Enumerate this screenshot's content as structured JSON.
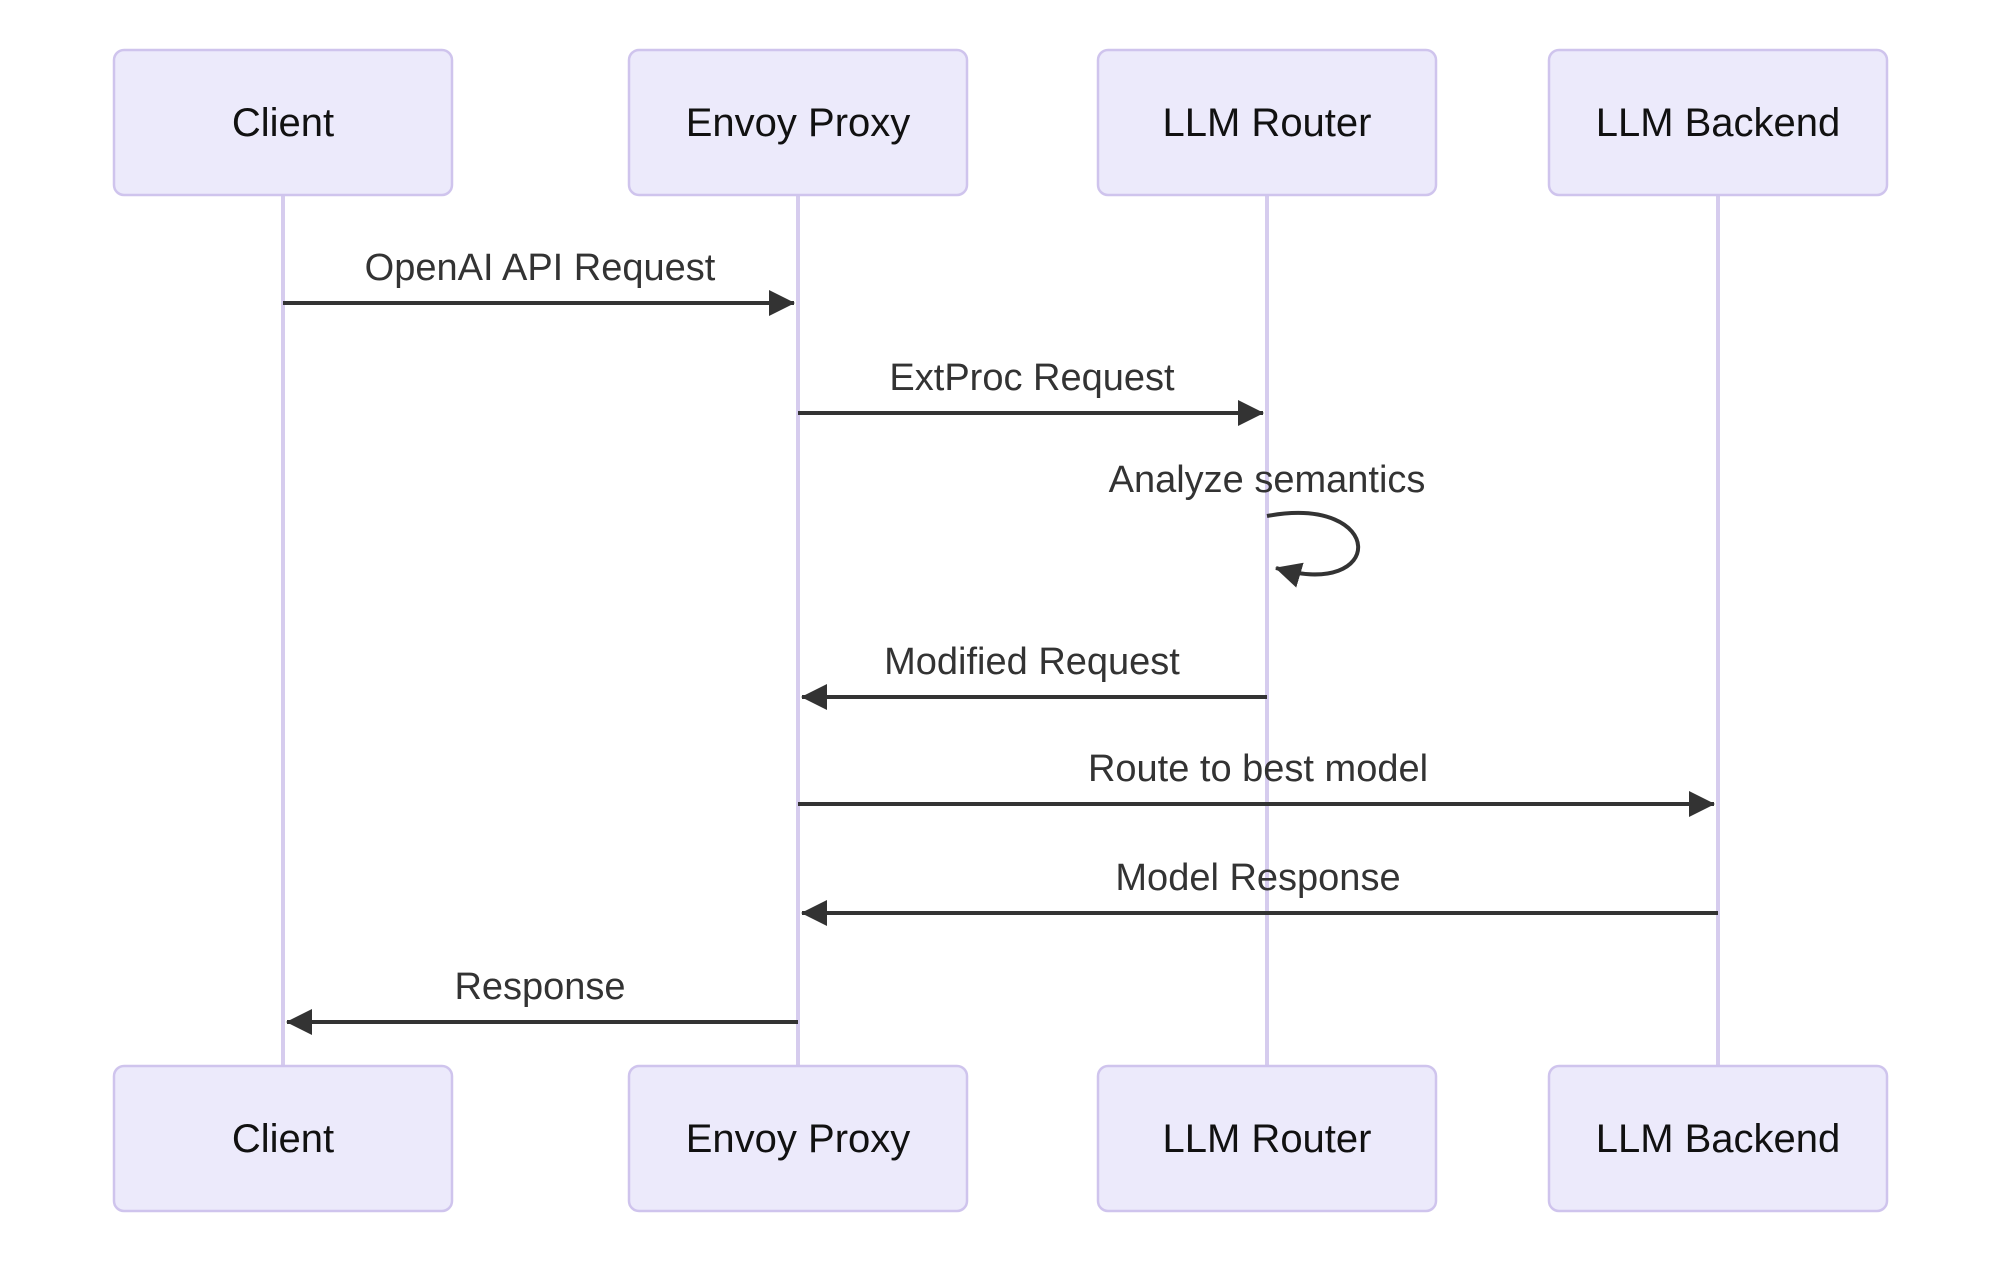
{
  "diagram": {
    "type": "sequence-diagram",
    "actors": [
      {
        "id": "client",
        "name": "Client"
      },
      {
        "id": "envoy-proxy",
        "name": "Envoy Proxy"
      },
      {
        "id": "llm-router",
        "name": "LLM Router"
      },
      {
        "id": "llm-backend",
        "name": "LLM Backend"
      }
    ],
    "messages": [
      {
        "from": "Client",
        "to": "Envoy Proxy",
        "label": "OpenAI API Request",
        "kind": "solid-arrow"
      },
      {
        "from": "Envoy Proxy",
        "to": "LLM Router",
        "label": "ExtProc Request",
        "kind": "solid-arrow"
      },
      {
        "from": "LLM Router",
        "to": "LLM Router",
        "label": "Analyze semantics",
        "kind": "self-loop"
      },
      {
        "from": "LLM Router",
        "to": "Envoy Proxy",
        "label": "Modified Request",
        "kind": "solid-arrow"
      },
      {
        "from": "Envoy Proxy",
        "to": "LLM Backend",
        "label": "Route to best model",
        "kind": "solid-arrow"
      },
      {
        "from": "LLM Backend",
        "to": "Envoy Proxy",
        "label": "Model Response",
        "kind": "solid-arrow"
      },
      {
        "from": "Envoy Proxy",
        "to": "Client",
        "label": "Response",
        "kind": "solid-arrow"
      }
    ],
    "colors": {
      "background": "#FFFFFF",
      "actor_fill": "#ECEAFB",
      "actor_border": "#CFC4ED",
      "lifeline": "#D6CCEE",
      "arrow": "#333333",
      "message_text": "#333333",
      "actor_text": "#111111"
    }
  }
}
